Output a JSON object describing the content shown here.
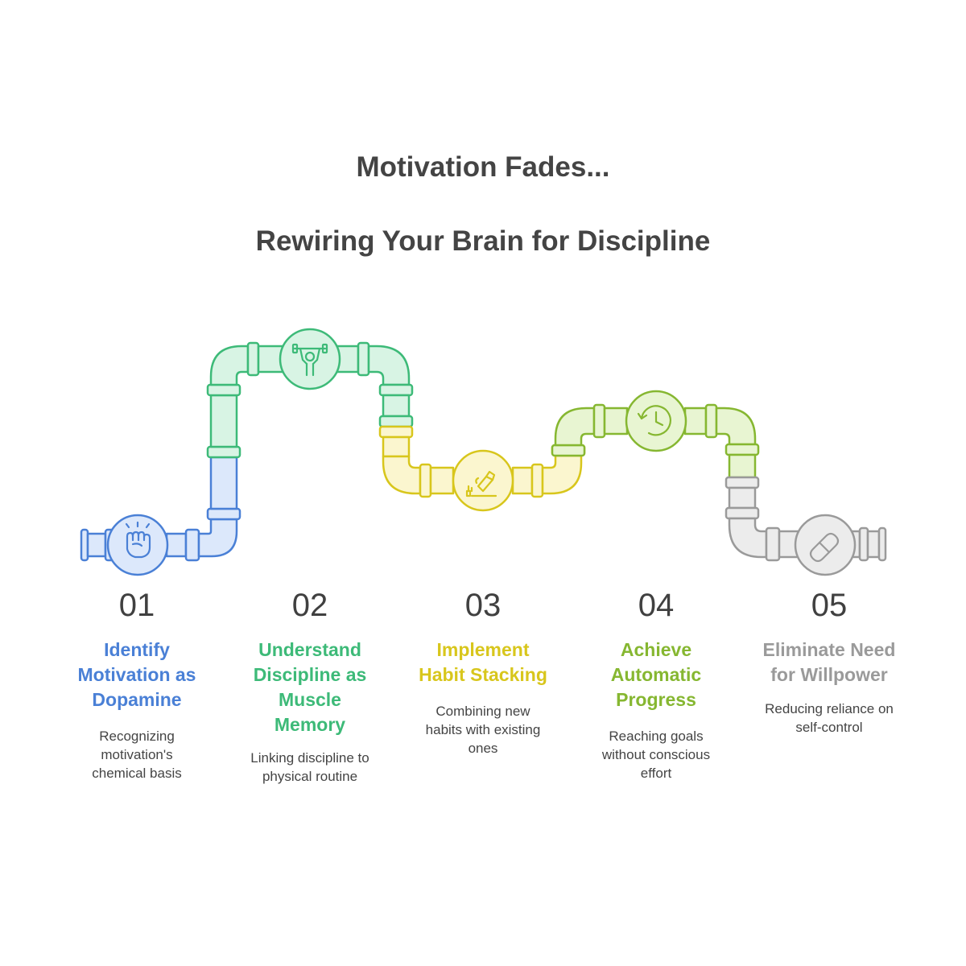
{
  "header": {
    "title": "Motivation Fades...",
    "subtitle": "Rewiring Your Brain for Discipline"
  },
  "colors": {
    "blue": "#4a80d6",
    "green": "#3dba78",
    "yellow": "#d8c61c",
    "lime": "#86b731",
    "gray": "#9a9a9a"
  },
  "steps": [
    {
      "number": "01",
      "label_lines": [
        "Identify",
        "Motivation as",
        "Dopamine"
      ],
      "desc_lines": [
        "Recognizing",
        "motivation's",
        "chemical basis"
      ],
      "icon": "raised-fist-icon",
      "color": "#4a80d6"
    },
    {
      "number": "02",
      "label_lines": [
        "Understand",
        "Discipline as",
        "Muscle",
        "Memory"
      ],
      "desc_lines": [
        "Linking discipline to",
        "physical routine"
      ],
      "icon": "weightlifter-icon",
      "color": "#3dba78"
    },
    {
      "number": "03",
      "label_lines": [
        "Implement",
        "Habit Stacking"
      ],
      "desc_lines": [
        "Combining new",
        "habits with existing",
        "ones"
      ],
      "icon": "toothbrush-toothpaste-icon",
      "color": "#d8c61c"
    },
    {
      "number": "04",
      "label_lines": [
        "Achieve",
        "Automatic",
        "Progress"
      ],
      "desc_lines": [
        "Reaching goals",
        "without conscious",
        "effort"
      ],
      "icon": "clock-history-icon",
      "color": "#86b731"
    },
    {
      "number": "05",
      "label_lines": [
        "Eliminate Need",
        "for Willpower"
      ],
      "desc_lines": [
        "Reducing reliance on",
        "self-control"
      ],
      "icon": "pill-capsule-icon",
      "color": "#9a9a9a"
    }
  ]
}
